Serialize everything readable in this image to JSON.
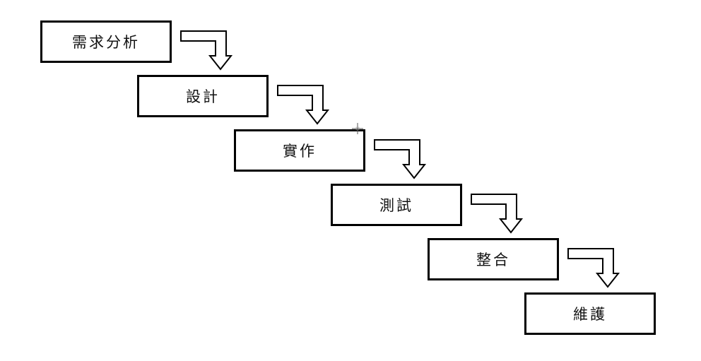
{
  "diagram": {
    "title": "",
    "type": "waterfall",
    "steps": [
      {
        "label": "需求分析"
      },
      {
        "label": "設計"
      },
      {
        "label": "實作"
      },
      {
        "label": "測試"
      },
      {
        "label": "整合"
      },
      {
        "label": "維護"
      }
    ],
    "connectors": [
      {
        "from": "需求分析",
        "to": "設計",
        "icon": "bent-arrow-down-icon"
      },
      {
        "from": "設計",
        "to": "實作",
        "icon": "bent-arrow-down-icon"
      },
      {
        "from": "實作",
        "to": "測試",
        "icon": "bent-arrow-down-icon"
      },
      {
        "from": "測試",
        "to": "整合",
        "icon": "bent-arrow-down-icon"
      },
      {
        "from": "整合",
        "to": "維護",
        "icon": "bent-arrow-down-icon"
      }
    ],
    "colors": {
      "stroke": "#000000",
      "fill": "#ffffff",
      "text": "#111111"
    },
    "cursor_icon": "crosshair-cursor-icon"
  }
}
